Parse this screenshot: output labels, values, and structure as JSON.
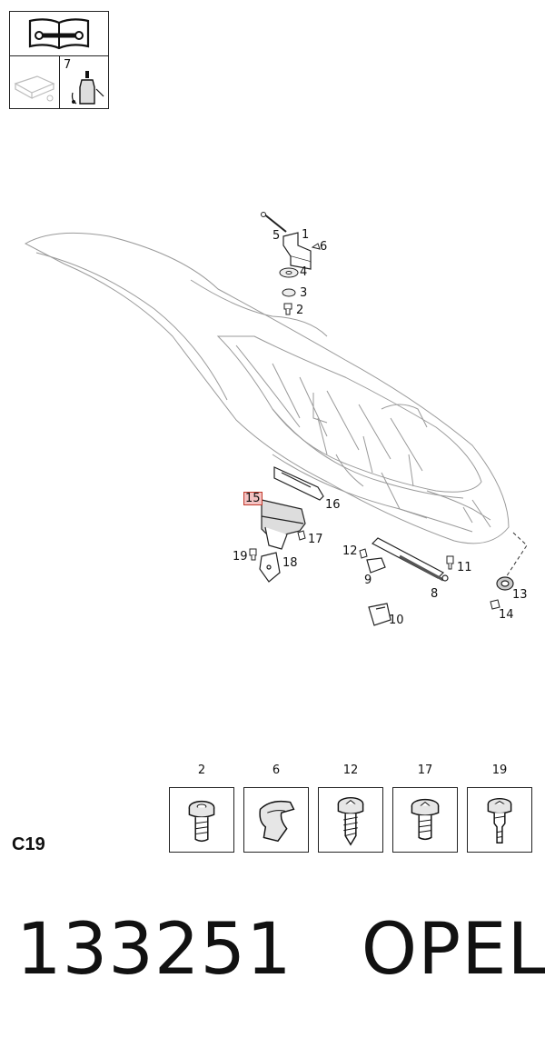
{
  "icons": {
    "manual": {
      "name": "repair-manual-icon"
    },
    "left": {
      "name": "removal-icon"
    },
    "right": {
      "number": "7",
      "name": "lubricant-bottle-icon"
    }
  },
  "callouts": [
    "5",
    "1",
    "6",
    "4",
    "3",
    "2",
    "16",
    "15",
    "17",
    "19",
    "18",
    "12",
    "11",
    "9",
    "8",
    "13",
    "14",
    "10"
  ],
  "fasteners": [
    {
      "number": "2",
      "kind": "flange-bolt"
    },
    {
      "number": "6",
      "kind": "clip"
    },
    {
      "number": "12",
      "kind": "self-tapping-screw"
    },
    {
      "number": "17",
      "kind": "flange-bolt"
    },
    {
      "number": "19",
      "kind": "flange-screw"
    }
  ],
  "section_code": "C19",
  "part_number": "133251",
  "brand": "OPEL"
}
